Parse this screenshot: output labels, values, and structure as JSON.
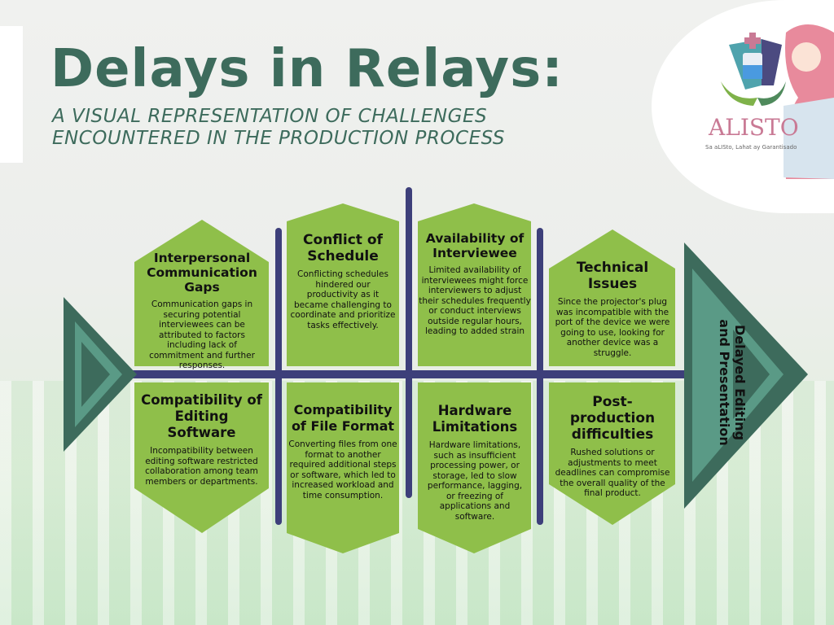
{
  "title": "Delays in Relays:",
  "subtitle": [
    "A VISUAL REPRESENTATION OF CHALLENGES",
    "ENCOUNTERED IN THE PRODUCTION PROCESS"
  ],
  "logo": {
    "name": "ALISTO",
    "tagline": "Sa aLISto, Lahat ay Garantisado"
  },
  "effect": "Delayed Editing and Presentation",
  "causes_top": [
    {
      "title": "Interpersonal Communication Gaps",
      "text": "Communication gaps in securing potential interviewees can be attributed to factors including lack of commitment and further responses."
    },
    {
      "title": "Conflict of Schedule",
      "text": "Conflicting schedules hindered our productivity as it became challenging to coordinate and prioritize tasks effectively."
    },
    {
      "title": "Availability of Interviewee",
      "text": "Limited availability of interviewees might force interviewers to adjust their schedules frequently or conduct interviews outside regular hours, leading to added strain"
    },
    {
      "title": "Technical Issues",
      "text": "Since the projector's plug was incompatible with the port of the device we were going to use, looking for another device was a struggle."
    }
  ],
  "causes_bottom": [
    {
      "title": "Compatibility of Editing Software",
      "text": "Incompatibility between editing software restricted collaboration among team members or departments."
    },
    {
      "title": "Compatibility of File Format",
      "text": "Converting files from one format to another required additional steps or software, which led to increased workload and time consumption."
    },
    {
      "title": "Hardware Limitations",
      "text": "Hardware limitations, such as insufficient processing power, or storage, led to slow performance, lagging, or freezing of applications and software."
    },
    {
      "title": "Post-production difficulties",
      "text": "Rushed solutions or adjustments to meet deadlines can compromise the overall quality of the final product."
    }
  ],
  "colors": {
    "box": "#8fbf4a",
    "spine": "#3d3f7a",
    "head": "#3d6b5c",
    "head_light": "#5a9a86"
  }
}
